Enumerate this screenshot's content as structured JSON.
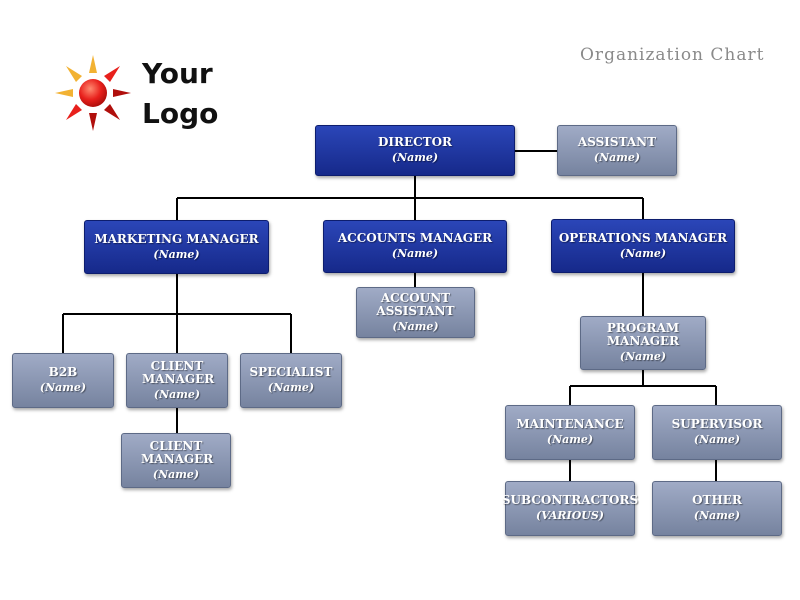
{
  "title": "Organization Chart",
  "logo": {
    "line1": "Your",
    "line2": "Logo"
  },
  "colors": {
    "dark_box": "#1f3aa6",
    "light_box": "#8893b1",
    "line": "#000000",
    "sun_red": "#e8201c",
    "sun_ray": "#f2b233"
  },
  "nodes": {
    "director": {
      "title": "Director",
      "name": "(Name)"
    },
    "assistant": {
      "title": "Assistant",
      "name": "(Name)"
    },
    "marketing_manager": {
      "title": "Marketing Manager",
      "name": "(Name)"
    },
    "accounts_manager": {
      "title": "Accounts Manager",
      "name": "(Name)"
    },
    "operations_manager": {
      "title": "Operations Manager",
      "name": "(Name)"
    },
    "account_assistant": {
      "title": "Account Assistant",
      "name": "(Name)"
    },
    "b2b": {
      "title": "B2B",
      "name": "(Name)"
    },
    "client_manager_1": {
      "title": "Client Manager",
      "name": "(Name)"
    },
    "specialist": {
      "title": "Specialist",
      "name": "(Name)"
    },
    "client_manager_2": {
      "title": "Client Manager",
      "name": "(Name)"
    },
    "program_manager": {
      "title": "Program Manager",
      "name": "(Name)"
    },
    "maintenance": {
      "title": "Maintenance",
      "name": "(Name)"
    },
    "supervisor": {
      "title": "Supervisor",
      "name": "(Name)"
    },
    "subcontractors": {
      "title": "Subcontractors",
      "name": "(Various)"
    },
    "other": {
      "title": "Other",
      "name": "(Name)"
    }
  }
}
